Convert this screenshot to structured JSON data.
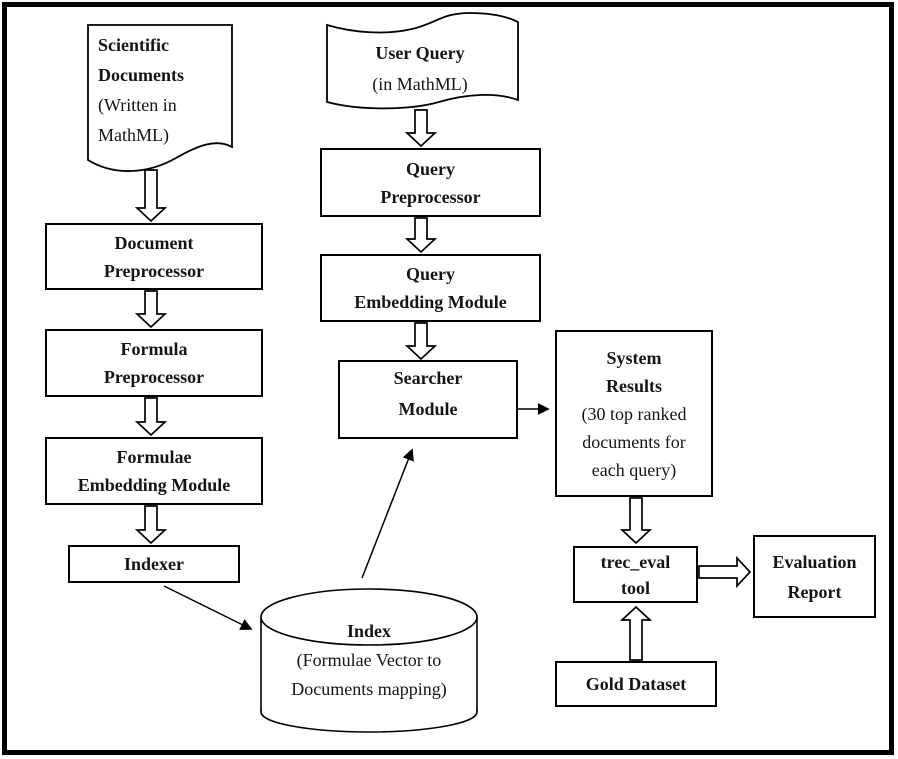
{
  "colors": {
    "background": "#ffffff",
    "stroke": "#000000",
    "text": "#151515"
  },
  "nodes": {
    "scientific_documents": {
      "title_lines": [
        "Scientific",
        "Documents"
      ],
      "subtitle_lines": [
        "(Written in",
        "MathML)"
      ]
    },
    "user_query": {
      "title_lines": [
        "User Query"
      ],
      "subtitle_lines": [
        "(in MathML)"
      ]
    },
    "document_preprocessor": {
      "title_lines": [
        "Document",
        "Preprocessor"
      ]
    },
    "formula_preprocessor": {
      "title_lines": [
        "Formula",
        "Preprocessor"
      ]
    },
    "formulae_embedding_module": {
      "title_lines": [
        "Formulae",
        "Embedding Module"
      ]
    },
    "indexer": {
      "title_lines": [
        "Indexer"
      ]
    },
    "query_preprocessor": {
      "title_lines": [
        "Query",
        "Preprocessor"
      ]
    },
    "query_embedding_module": {
      "title_lines": [
        "Query",
        "Embedding Module"
      ]
    },
    "searcher_module": {
      "title_lines": [
        "Searcher",
        "Module"
      ]
    },
    "index_store": {
      "title_lines": [
        "Index"
      ],
      "subtitle_lines": [
        "(Formulae Vector to",
        "Documents mapping)"
      ]
    },
    "system_results": {
      "title_lines": [
        "System",
        "Results"
      ],
      "subtitle_lines": [
        "(30 top ranked",
        "documents for",
        "each query)"
      ]
    },
    "trec_eval_tool": {
      "title_lines": [
        "trec_eval",
        "tool"
      ]
    },
    "evaluation_report": {
      "title_lines": [
        "Evaluation",
        "Report"
      ]
    },
    "gold_dataset": {
      "title_lines": [
        "Gold Dataset"
      ]
    }
  }
}
